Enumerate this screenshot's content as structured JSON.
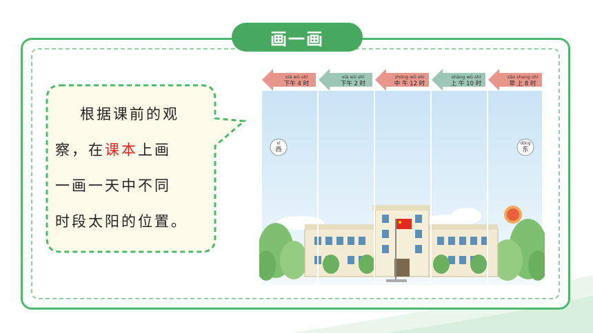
{
  "title": "画一画",
  "bubble": {
    "line1": "根据课前的观",
    "line2_pre": "察，在",
    "line2_red": "课本",
    "line2_post": "上画",
    "line3": "一画一天中不同",
    "line4": "时段太阳的位置。"
  },
  "arrows": [
    {
      "pinyin": "xià wǔ   shí",
      "text": "下午 4 时",
      "color": "#e8958c"
    },
    {
      "pinyin": "xià wǔ   shí",
      "text": "下午 2 时",
      "color": "#9cc7b6"
    },
    {
      "pinyin": "zhōng wǔ   shí",
      "text": "中 午 12 时",
      "color": "#e8958c"
    },
    {
      "pinyin": "shàng  wǔ   shí",
      "text": "上 午 10 时",
      "color": "#9cc7b6"
    },
    {
      "pinyin": "zǎo shang  shí",
      "text": "早 上  8 时",
      "color": "#e8958c"
    }
  ],
  "directions": {
    "west_pinyin": "xī",
    "west": "西",
    "east_pinyin": "dōng",
    "east": "东"
  },
  "colors": {
    "accent": "#47a85f",
    "border": "#4db86a",
    "highlight": "#e32020",
    "sky": "#dbeef8"
  }
}
